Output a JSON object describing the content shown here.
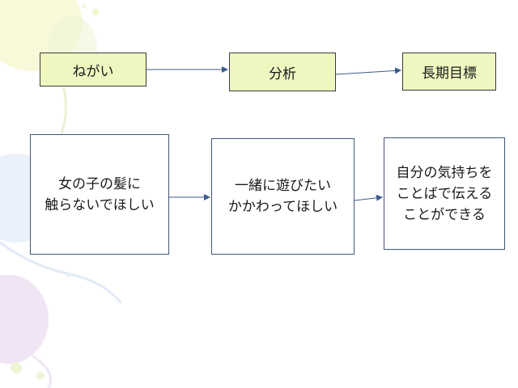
{
  "header": {
    "need_label": "ねがい",
    "analysis_label": "分析",
    "long_term_label": "長期目標"
  },
  "content": {
    "need_text": "女の子の髪に\n触らないでほしい",
    "analysis_text": "一緒に遊びたい\nかかわってほしい",
    "goal_text": "自分の気持ちを\nことばで伝える\nことができる"
  },
  "colors": {
    "header_fill": "#f0f6c0",
    "arrow": "#3b5b8a",
    "border": "#44557a"
  }
}
